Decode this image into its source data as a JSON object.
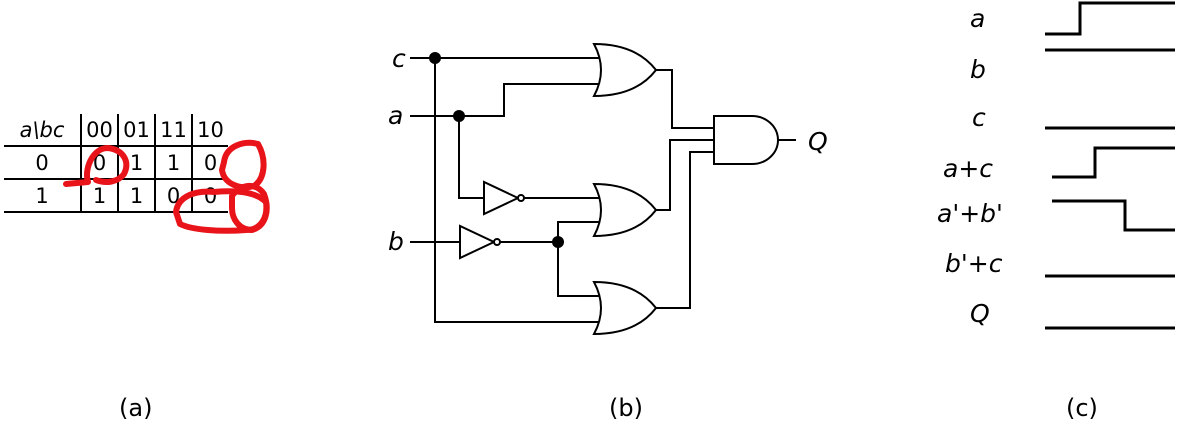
{
  "kmap": {
    "corner": "a\\bc",
    "columns": [
      "00",
      "01",
      "11",
      "10"
    ],
    "rows": [
      {
        "label": "0",
        "cells": [
          "0",
          "1",
          "1",
          "0"
        ]
      },
      {
        "label": "1",
        "cells": [
          "1",
          "1",
          "0",
          "0"
        ]
      }
    ],
    "caption": "(a)"
  },
  "circuit": {
    "inputs": {
      "c": "c",
      "a": "a",
      "b": "b"
    },
    "output": "Q",
    "caption": "(b)"
  },
  "timing": {
    "signals": [
      "a",
      "b",
      "c",
      "a+c",
      "a'+b'",
      "b'+c",
      "Q"
    ],
    "caption": "(c)"
  },
  "colors": {
    "annotation": "#e8141a",
    "line": "#000000"
  }
}
